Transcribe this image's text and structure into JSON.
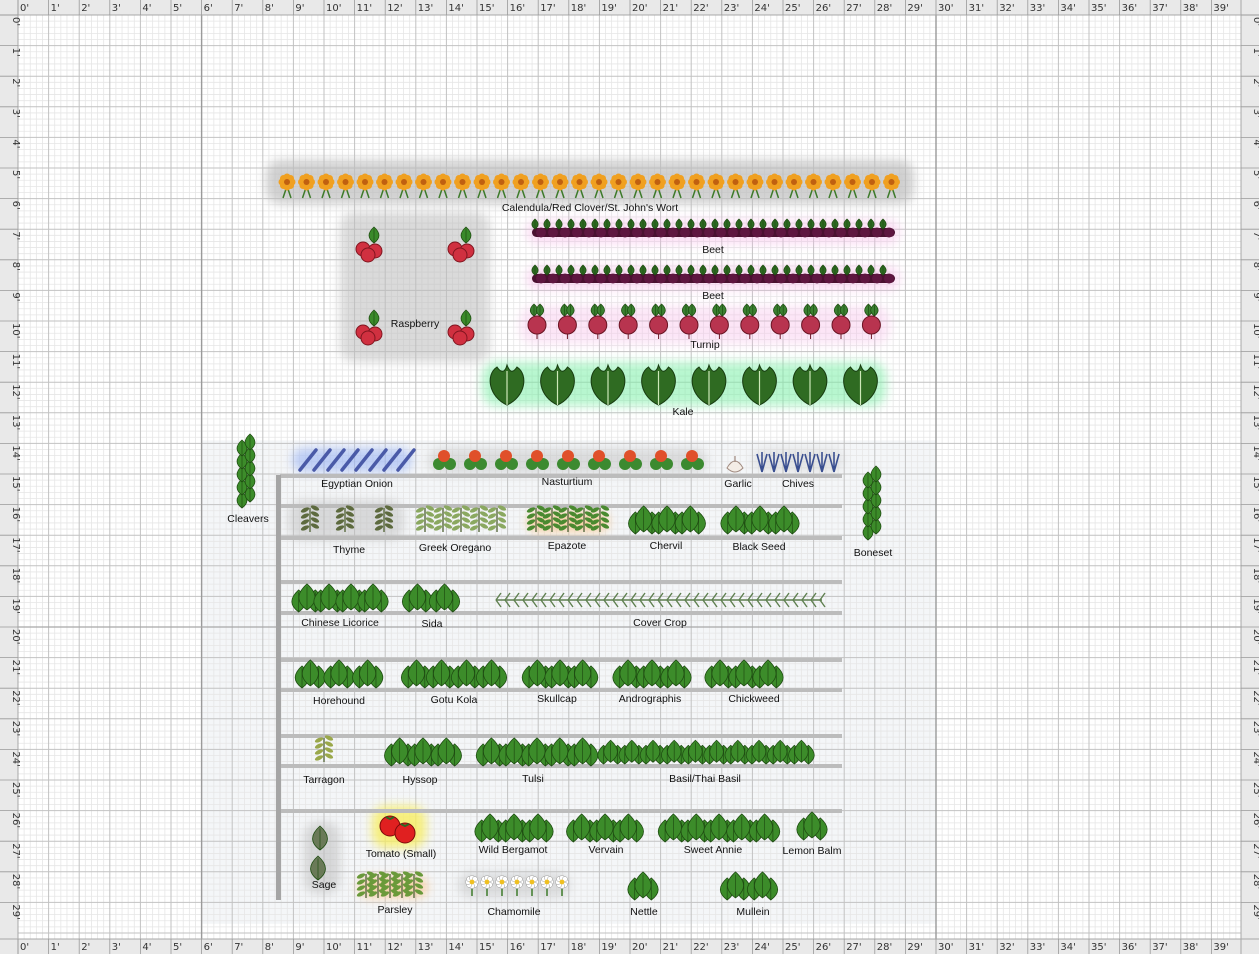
{
  "rulers": {
    "unit_suffix": "'",
    "max_feet_x": 39,
    "max_feet_y": 29
  },
  "colors": {
    "grid_minor": "#e6e6e6",
    "grid_major": "#c2c2c2",
    "ruler_bg": "#e9e9e9",
    "bed_fill": "#f4f6f8",
    "leaf": "#3c8c2a",
    "leaf_dark": "#1f4d12",
    "kale": "#2f6b22",
    "beet": "#4a1030",
    "turnip": "#b8344f",
    "calendula": "#f0a020",
    "raspberry": "#d03040",
    "tomato": "#e02020",
    "highlight_gray": "#bdbdbd",
    "highlight_green": "#7ef0a8",
    "highlight_pink": "#f7b7e8",
    "highlight_blue": "#9ab4f4",
    "highlight_yellow": "#f8ee60",
    "highlight_orange": "#f8c890",
    "nasturtium_leaf": "#3c8a30",
    "nasturtium_flower": "#e0502a"
  },
  "plants": {
    "calendula": "Calendula/Red Clover/St. John's Wort",
    "raspberry": "Raspberry",
    "beet1": "Beet",
    "beet2": "Beet",
    "turnip": "Turnip",
    "kale": "Kale",
    "cleavers": "Cleavers",
    "egyptian_onion": "Egyptian Onion",
    "nasturtium": "Nasturtium",
    "garlic": "Garlic",
    "chives": "Chives",
    "boneset": "Boneset",
    "thyme": "Thyme",
    "greek_oregano": "Greek Oregano",
    "epazote": "Epazote",
    "chervil": "Chervil",
    "black_seed": "Black Seed",
    "chinese_licorice": "Chinese Licorice",
    "sida": "Sida",
    "cover_crop": "Cover Crop",
    "horehound": "Horehound",
    "gotu_kola": "Gotu Kola",
    "skullcap": "Skullcap",
    "andrographis": "Andrographis",
    "chickweed": "Chickweed",
    "tarragon": "Tarragon",
    "hyssop": "Hyssop",
    "tulsi": "Tulsi",
    "basil": "Basil/Thai Basil",
    "tomato": "Tomato (Small)",
    "wild_bergamot": "Wild Bergamot",
    "vervain": "Vervain",
    "sweet_annie": "Sweet Annie",
    "lemon_balm": "Lemon Balm",
    "sage": "Sage",
    "parsley": "Parsley",
    "chamomile": "Chamomile",
    "nettle": "Nettle",
    "mullein": "Mullein"
  }
}
